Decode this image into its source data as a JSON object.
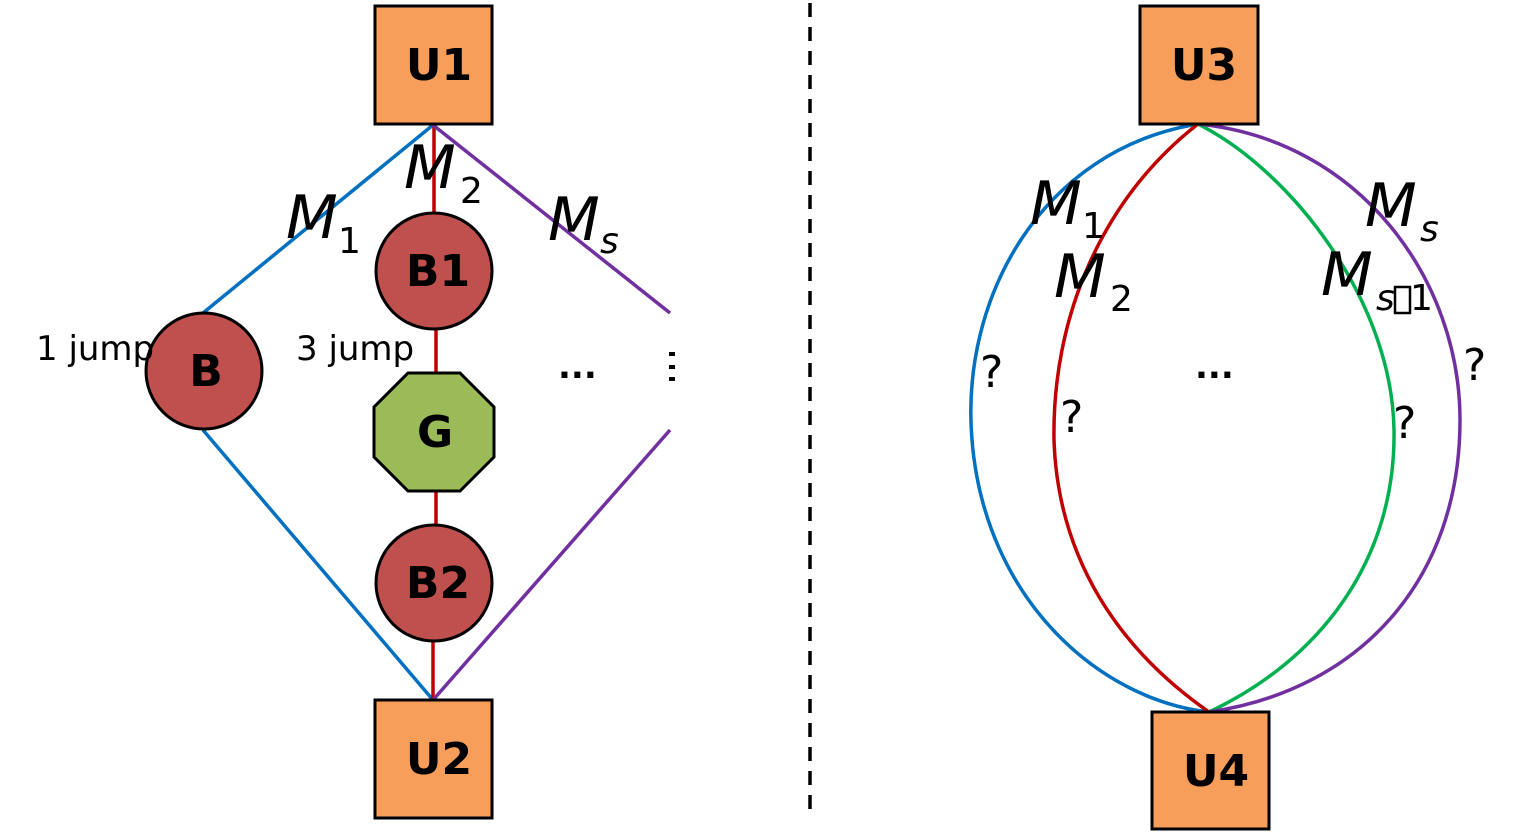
{
  "colors": {
    "path_1": "#0070c0",
    "path_2": "#c00000",
    "path_s_minus_1": "#00b050",
    "path_s": "#7030a0",
    "user_fill": "#f79f5a",
    "bad_fill": "#c0504d",
    "good_fill": "#9bbb59",
    "stroke": "#000000",
    "divider": "#000000"
  },
  "left_panel": {
    "source": "U1",
    "destination": "U2",
    "paths": [
      {
        "id": "M1",
        "symbol": "M",
        "subscript": "1",
        "hop_label": "1 jump",
        "nodes": [
          "B"
        ]
      },
      {
        "id": "M2",
        "symbol": "M",
        "subscript": "2",
        "hop_label": "3 jump",
        "nodes": [
          "B1",
          "G",
          "B2"
        ]
      },
      {
        "id": "Ms",
        "symbol": "M",
        "subscript": "s"
      }
    ],
    "nodes": {
      "B": {
        "label": "B",
        "type": "bad"
      },
      "B1": {
        "label": "B1",
        "type": "bad"
      },
      "G": {
        "label": "G",
        "type": "good"
      },
      "B2": {
        "label": "B2",
        "type": "bad"
      }
    },
    "ellipsis_horizontal": "...",
    "ellipsis_vertical": "⋮"
  },
  "right_panel": {
    "source": "U3",
    "destination": "U4",
    "paths": [
      {
        "id": "M1",
        "symbol": "M",
        "subscript": "1",
        "unknown": "?"
      },
      {
        "id": "M2",
        "symbol": "M",
        "subscript": "2",
        "unknown": "?"
      },
      {
        "id": "Ms-1",
        "symbol": "M",
        "subscript": "s",
        "subscript_glyph": "□",
        "subscript_tail": "1",
        "unknown": "?"
      },
      {
        "id": "Ms",
        "symbol": "M",
        "subscript": "s",
        "unknown": "?"
      }
    ],
    "ellipsis": "..."
  }
}
